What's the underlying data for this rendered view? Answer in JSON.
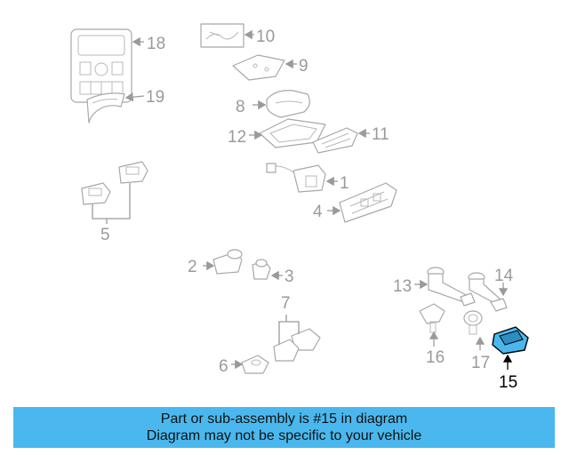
{
  "callouts": {
    "n1": "1",
    "n2": "2",
    "n3": "3",
    "n4": "4",
    "n5": "5",
    "n6": "6",
    "n7": "7",
    "n8": "8",
    "n9": "9",
    "n10": "10",
    "n11": "11",
    "n12": "12",
    "n13": "13",
    "n14": "14",
    "n15": "15",
    "n16": "16",
    "n17": "17",
    "n18": "18",
    "n19": "19"
  },
  "highlight": {
    "part_number": "15",
    "color": "#4ab8ee"
  },
  "banner": {
    "line1": "Part or sub-assembly is #15 in diagram",
    "line2": "Diagram may not be specific to your vehicle",
    "background": "#4ab8ee"
  }
}
